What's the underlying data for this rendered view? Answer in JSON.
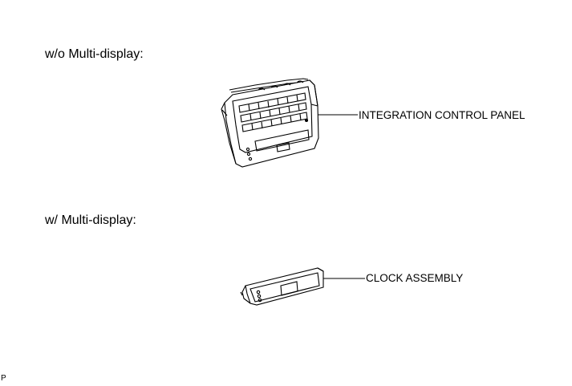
{
  "sections": {
    "without_display": {
      "heading": "w/o Multi-display:",
      "callout": "INTEGRATION CONTROL PANEL",
      "part_icon": "integration-control-panel-drawing"
    },
    "with_display": {
      "heading": "w/ Multi-display:",
      "callout": "CLOCK ASSEMBLY",
      "part_icon": "clock-assembly-drawing"
    }
  },
  "figure_code": "P"
}
